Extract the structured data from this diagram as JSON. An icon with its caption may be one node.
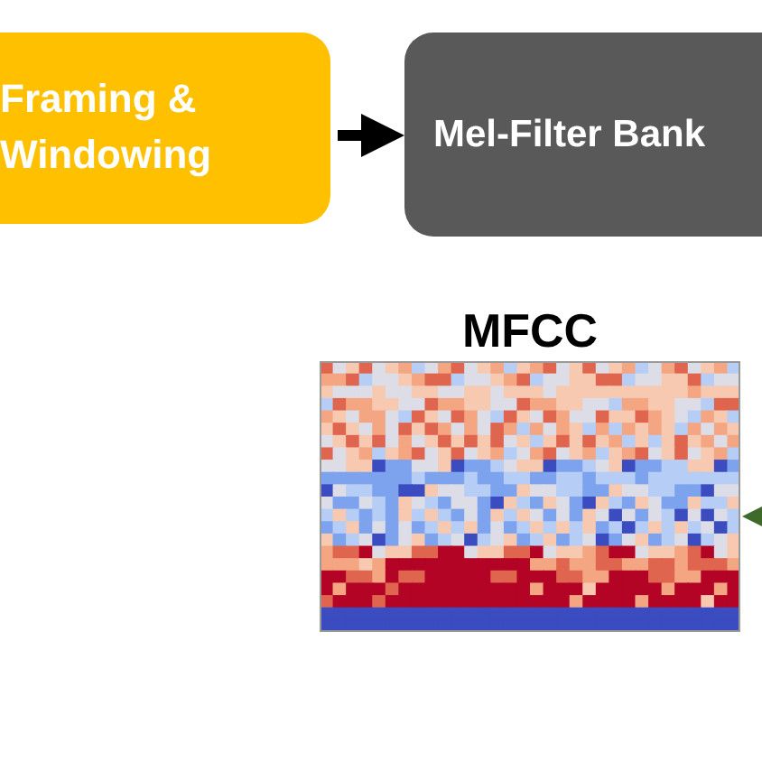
{
  "diagram": {
    "nodes": [
      {
        "text": [
          "Framing & Windowing"
        ]
      },
      {
        "text": [
          "Mel-Filter Bank"
        ]
      },
      {
        "text": [
          "MFCC"
        ]
      }
    ],
    "edges": [
      {
        "from": 0,
        "to": 1,
        "arrow": "to",
        "style": "thick"
      },
      {
        "from": null,
        "to": 2,
        "arrow": "to",
        "color": "#3f6b2a"
      }
    ]
  }
}
